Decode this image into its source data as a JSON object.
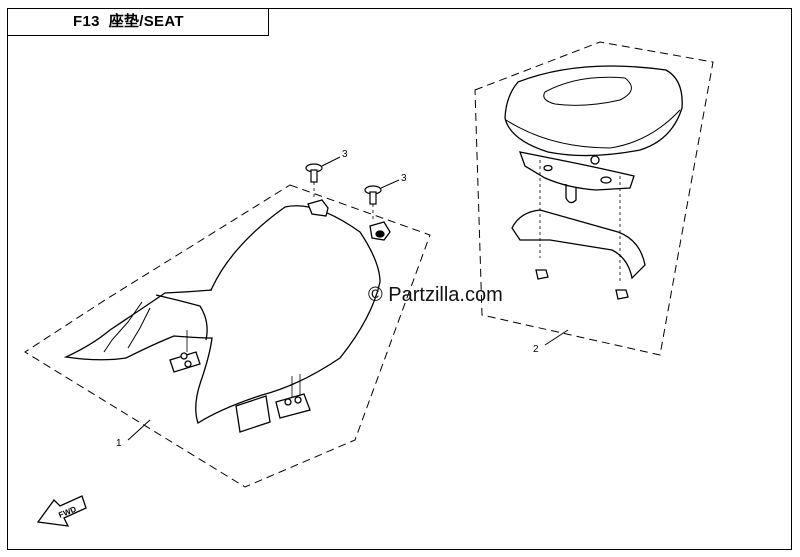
{
  "header": {
    "code": "F13",
    "title": "座垫/SEAT"
  },
  "callouts": {
    "front_seat": "1",
    "rear_seat": "2",
    "bolt_left": "3",
    "bolt_right": "3"
  },
  "watermark": "© Partzilla.com",
  "direction_marker": {
    "label": "FWD",
    "icon": "fwd-arrow-icon"
  }
}
